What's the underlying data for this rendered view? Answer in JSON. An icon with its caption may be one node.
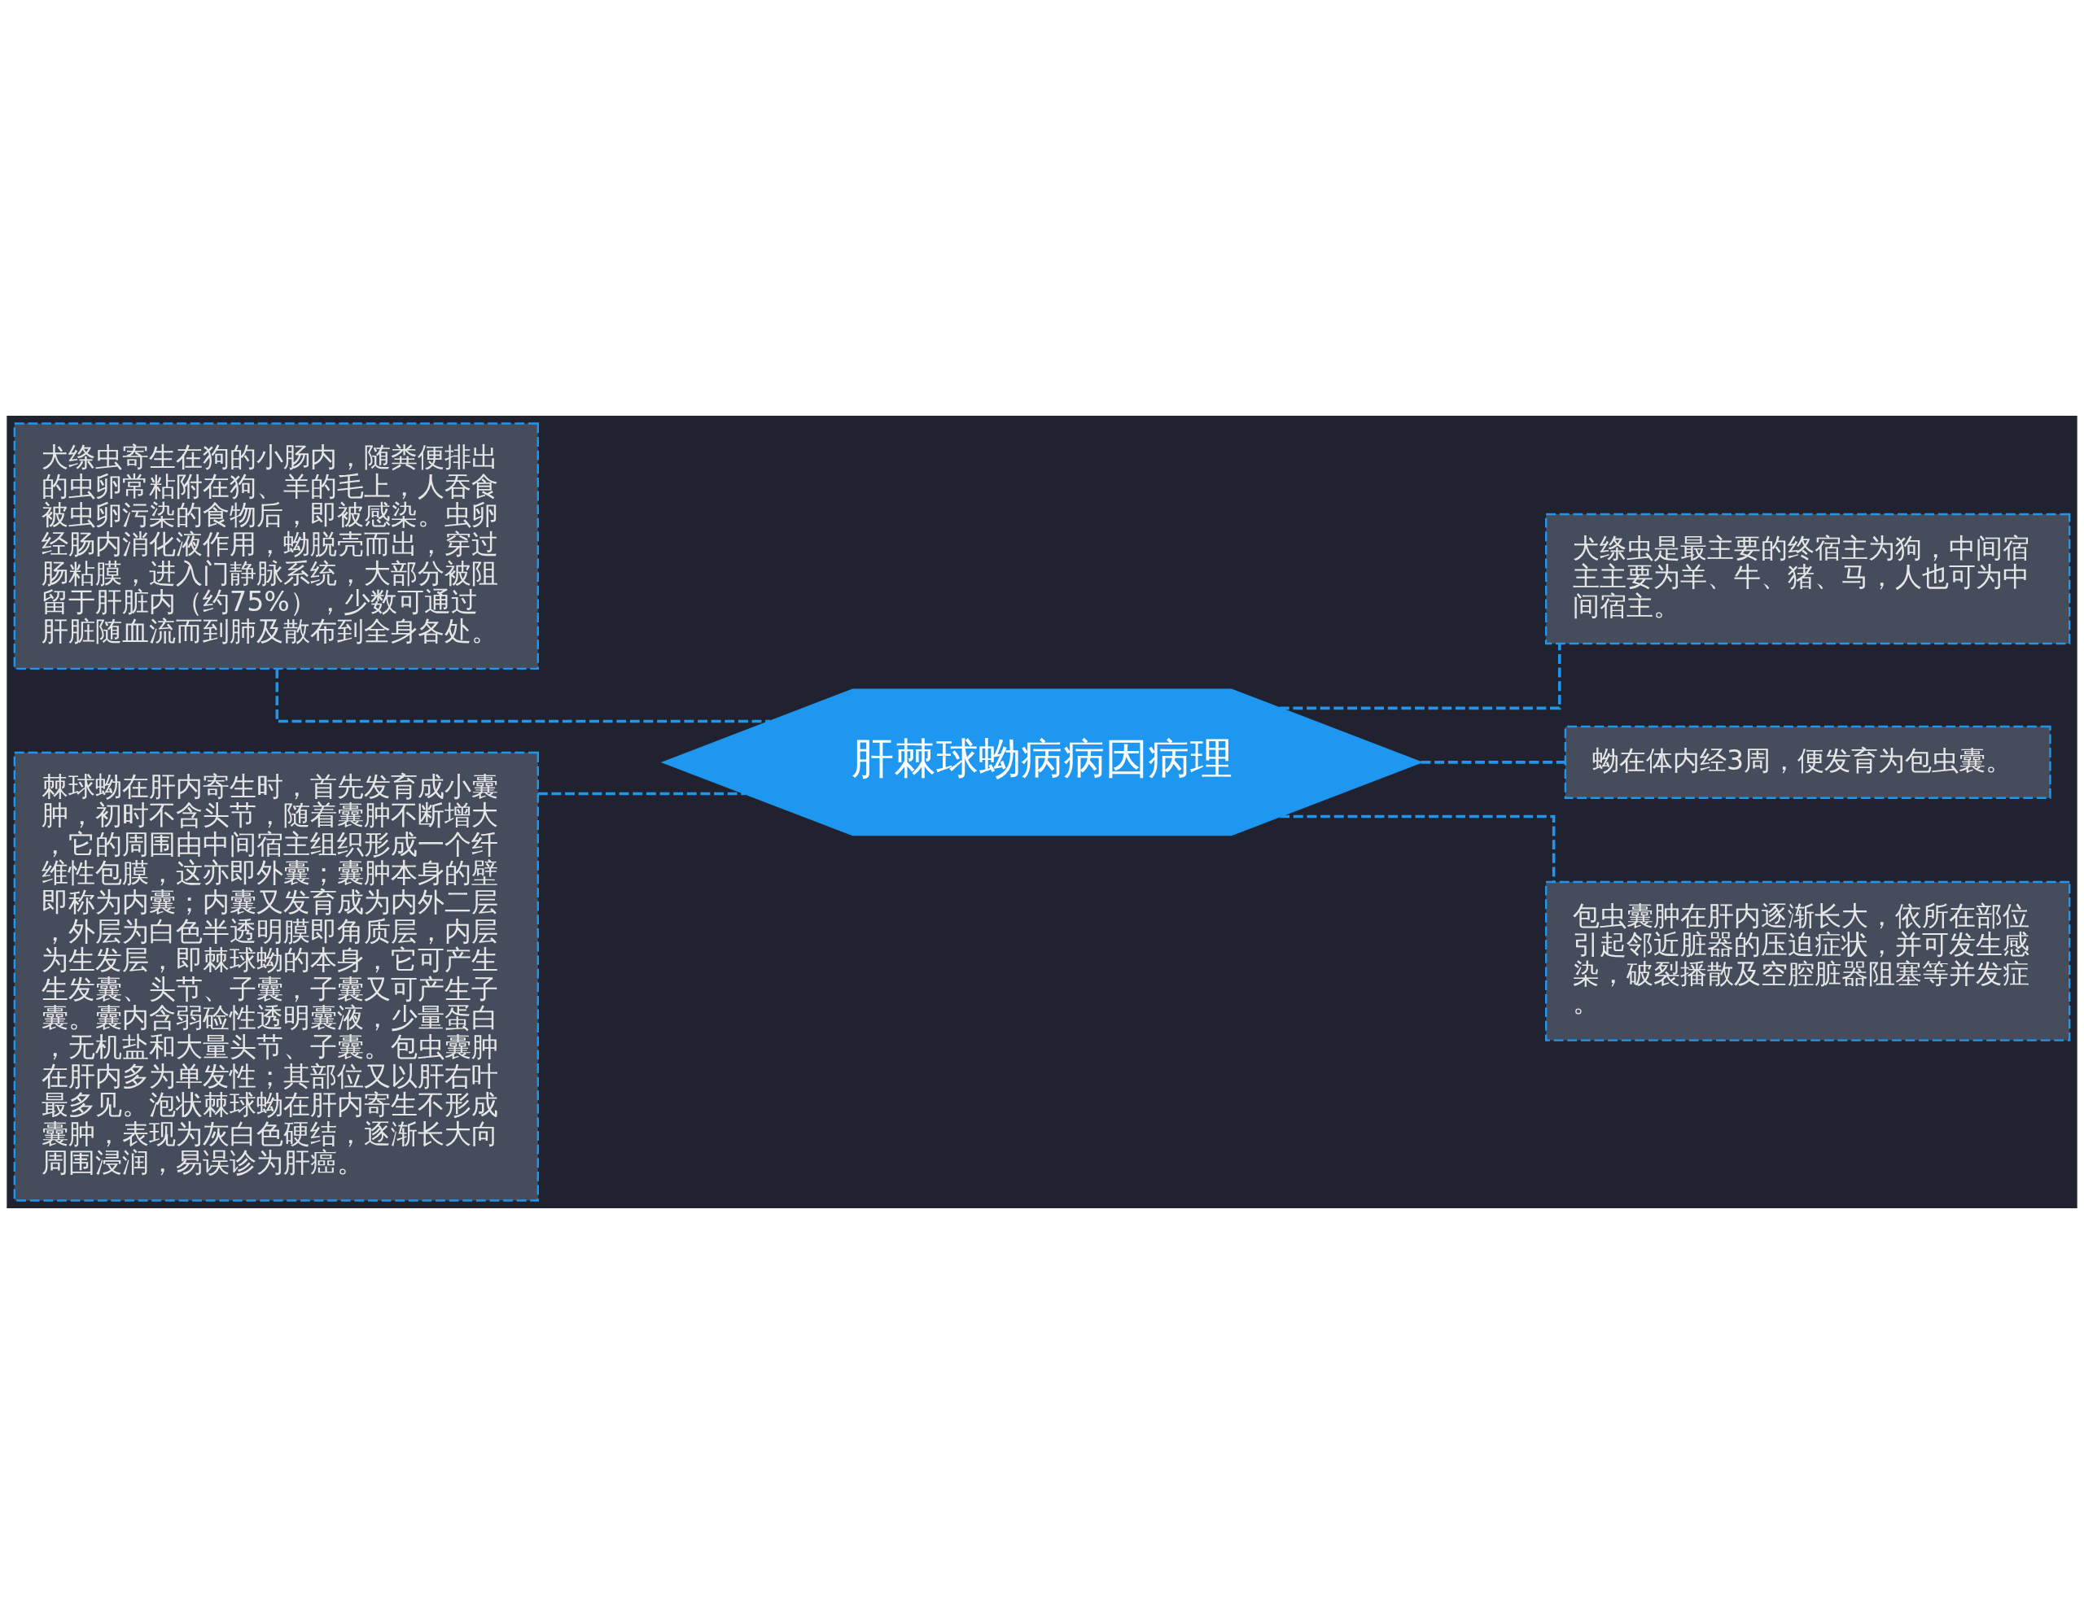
{
  "diagram": {
    "nodes": [
      {
        "text": [
          "肝棘球蚴病病因病理"
        ]
      },
      {
        "text": [
          "犬绦虫寄生在狗的小肠内，随粪便排出的虫卵常粘附在狗、羊的毛上，人吞食被虫卵污染的食物后，即被感染。虫卵经肠内消化液作用，蚴脱壳而出，穿过肠粘膜，进入门静脉系统，大部分被阻留于肝脏内（约75%），少数可通过肝脏随血流而到肺及散布到全身各处。"
        ]
      },
      {
        "text": [
          "棘球蚴在肝内寄生时，首先发育成小囊肿，初时不含头节，随着囊肿不断增大，它的周围由中间宿主组织形成一个纤维性包膜，这亦即外囊；囊肿本身的壁即称为内囊；内囊又发育成为内外二层，外层为白色半透明膜即角质层，内层为生发层，即棘球蚴的本身，它可产生生发囊、头节、子囊，子囊又可产生子囊。囊内含弱硷性透明囊液，少量蛋白，无机盐和大量头节、子囊。包虫囊肿在肝内多为单发性；其部位又以肝右叶最多见。泡状棘球蚴在肝内寄生不形成囊肿，表现为灰白色硬结，逐渐长大向周围浸润，易误诊为肝癌。"
        ]
      },
      {
        "text": [
          "犬绦虫是最主要的终宿主为狗，中间宿主主要为羊、牛、猪、马，人也可为中间宿主。"
        ]
      },
      {
        "text": [
          "蚴在体内经3周，便发育为包虫囊。"
        ]
      },
      {
        "text": [
          "包虫囊肿在肝内逐渐长大，依所在部位引起邻近脏器的压迫症状，并可发生感染，破裂播散及空腔脏器阻塞等并发症。"
        ]
      }
    ],
    "edges": [
      {
        "from": 0,
        "to": 1,
        "arrow": "none",
        "style": "dashed"
      },
      {
        "from": 0,
        "to": 2,
        "arrow": "none",
        "style": "dashed"
      },
      {
        "from": 0,
        "to": 3,
        "arrow": "none",
        "style": "dashed"
      },
      {
        "from": 0,
        "to": 4,
        "arrow": "none",
        "style": "dashed"
      },
      {
        "from": 0,
        "to": 5,
        "arrow": "none",
        "style": "dashed"
      }
    ]
  }
}
